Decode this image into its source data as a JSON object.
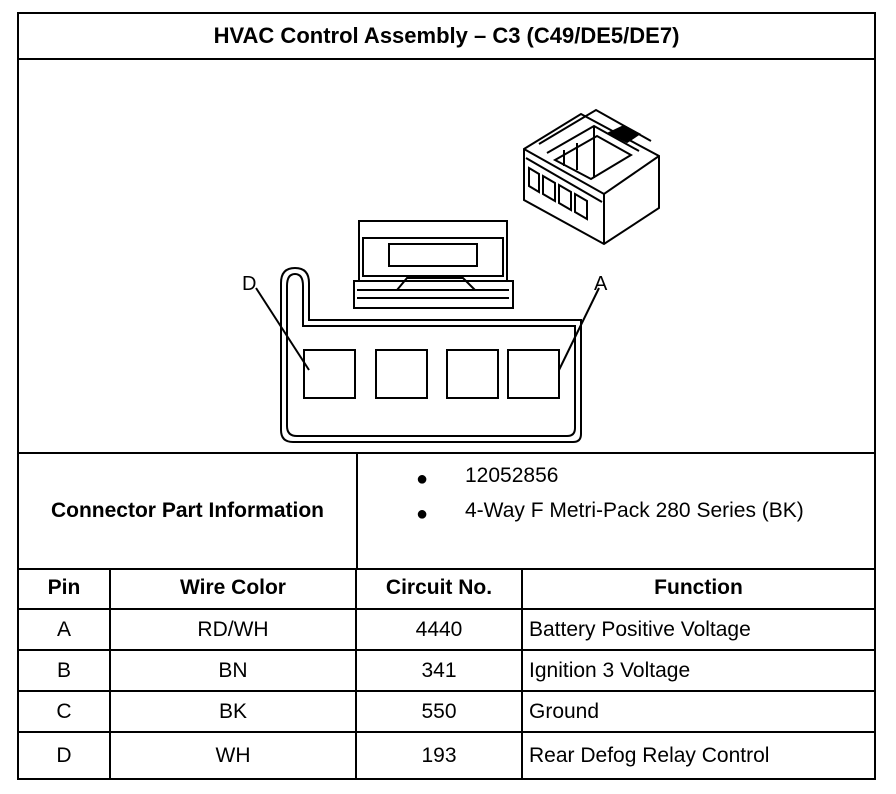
{
  "title": "HVAC Control Assembly – C3 (C49/DE5/DE7)",
  "illustration": {
    "label_left": "D",
    "label_right": "A"
  },
  "connector_info": {
    "label": "Connector Part Information",
    "items": [
      "12052856",
      "4-Way F Metri-Pack 280 Series (BK)"
    ]
  },
  "pin_table": {
    "headers": [
      "Pin",
      "Wire Color",
      "Circuit No.",
      "Function"
    ],
    "rows": [
      [
        "A",
        "RD/WH",
        "4440",
        "Battery Positive Voltage"
      ],
      [
        "B",
        "BN",
        "341",
        "Ignition 3 Voltage"
      ],
      [
        "C",
        "BK",
        "550",
        "Ground"
      ],
      [
        "D",
        "WH",
        "193",
        "Rear Defog Relay Control"
      ]
    ]
  }
}
